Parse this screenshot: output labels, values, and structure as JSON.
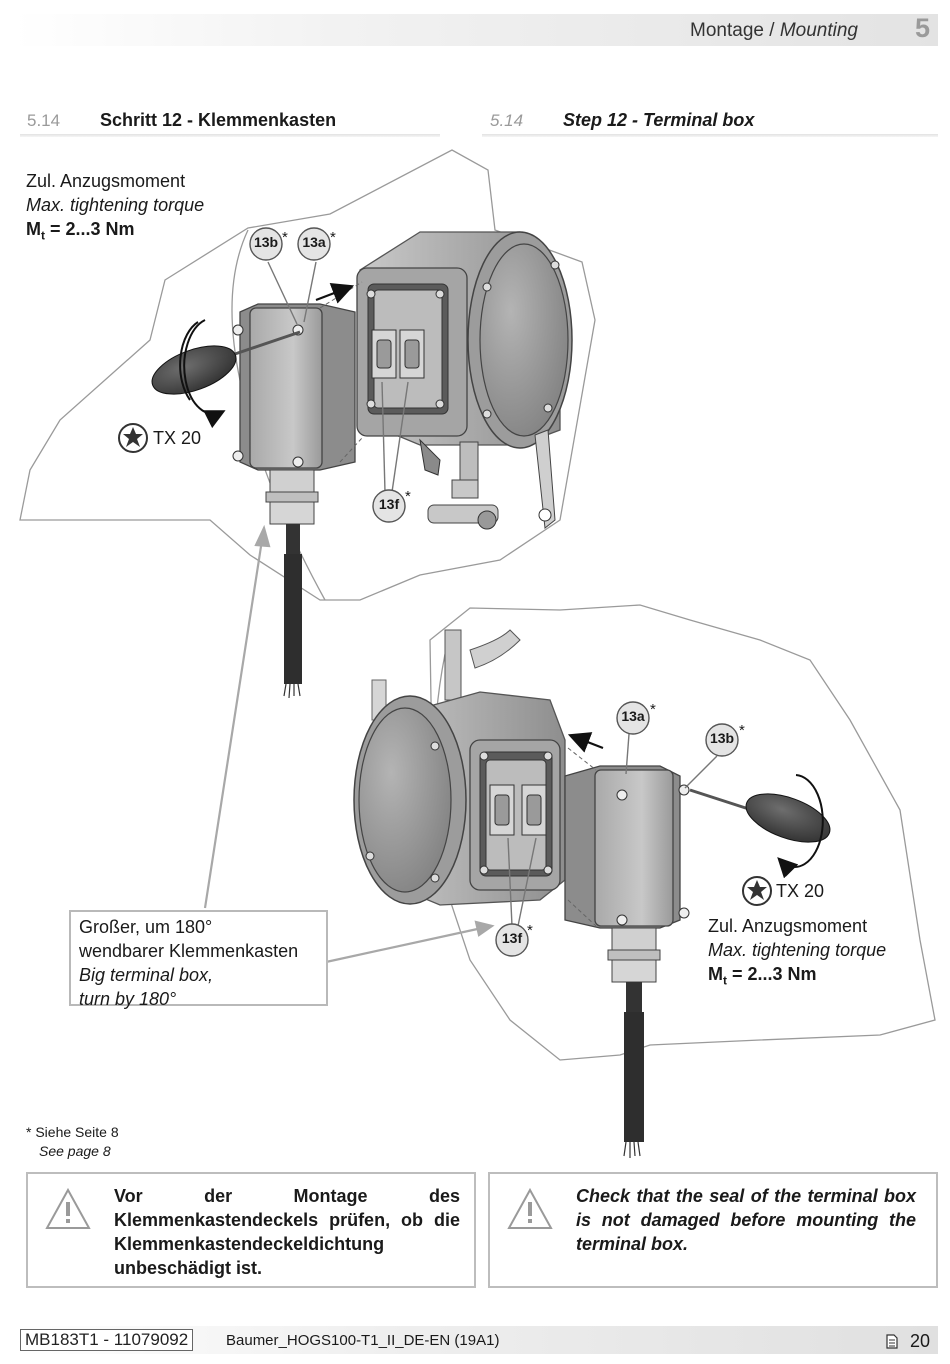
{
  "header": {
    "title_de": "Montage",
    "title_sep": " / ",
    "title_en": "Mounting",
    "chapter": "5"
  },
  "section_de": {
    "number": "5.14",
    "title": "Schritt 12 - Klemmenkasten"
  },
  "section_en": {
    "number": "5.14",
    "title": "Step 12 - Terminal box"
  },
  "torque_top": {
    "line_de": "Zul. Anzugsmoment",
    "line_en": "Max. tightening torque",
    "symbol": "M",
    "subscript": "t",
    "value": " = 2...3 Nm"
  },
  "torque_bottom": {
    "line_de": "Zul. Anzugsmoment",
    "line_en": "Max. tightening torque",
    "symbol": "M",
    "subscript": "t",
    "value": " = 2...3 Nm"
  },
  "tool_top": {
    "label": "TX 20",
    "icon": "torx-star-icon"
  },
  "tool_bottom": {
    "label": "TX 20",
    "icon": "torx-star-icon"
  },
  "callouts": {
    "c13a": "13a",
    "c13b": "13b",
    "c13f": "13f",
    "asterisk": "*"
  },
  "terminal_note": {
    "line1": "Großer, um 180°",
    "line2": "wendbarer Klemmenkasten",
    "line3": "Big terminal box,",
    "line4": "turn by 180°"
  },
  "footnote": {
    "line_de": "*  Siehe Seite 8",
    "line_en": "See page 8"
  },
  "warnings": {
    "de": "Vor der Montage des Klemmenkastendeckels prüfen, ob die Klemmenkastendeckeldichtung unbeschädigt ist.",
    "en": "Check that the seal of the terminal box is not damaged before mounting the terminal box.",
    "icon": "warning-triangle-icon"
  },
  "footer": {
    "doc_code": "MB183T1 - 11079092",
    "doc_name": "Baumer_HOGS100-T1_II_DE-EN (19A1)",
    "page": "20"
  }
}
